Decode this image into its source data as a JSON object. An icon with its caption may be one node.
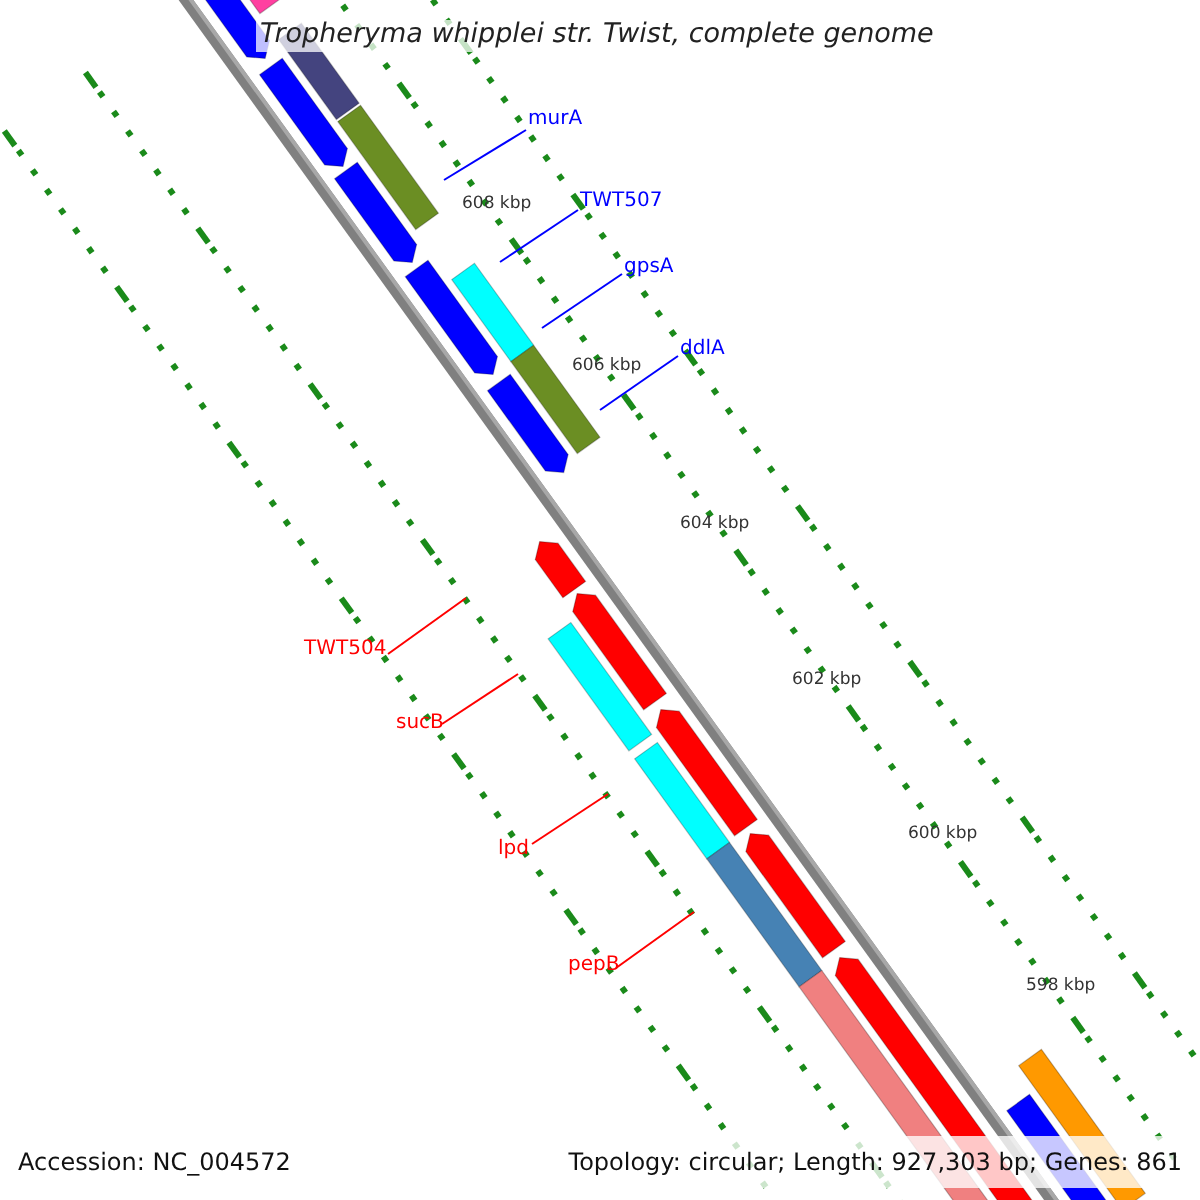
{
  "diagram": {
    "title": "Tropheryma whipplei str. Twist, complete genome",
    "nodes": [
      {
        "text": [
          "murA"
        ]
      },
      {
        "text": [
          "TWT507"
        ]
      },
      {
        "text": [
          "gpsA"
        ]
      },
      {
        "text": [
          "ddlA"
        ]
      },
      {
        "text": [
          "TWT504"
        ]
      },
      {
        "text": [
          "sucB"
        ]
      },
      {
        "text": [
          "lpd"
        ]
      },
      {
        "text": [
          "pepB"
        ]
      }
    ],
    "edges": [
      {
        "from": 0,
        "to": null,
        "arrow": "none"
      },
      {
        "from": 1,
        "to": null,
        "arrow": "none"
      },
      {
        "from": 2,
        "to": null,
        "arrow": "none"
      },
      {
        "from": 3,
        "to": null,
        "arrow": "none"
      },
      {
        "from": 4,
        "to": null,
        "arrow": "none",
        "color": "#ff0000"
      },
      {
        "from": 5,
        "to": null,
        "arrow": "none",
        "color": "#ff0000"
      },
      {
        "from": 6,
        "to": null,
        "arrow": "none",
        "color": "#ff0000"
      },
      {
        "from": 7,
        "to": null,
        "arrow": "none",
        "color": "#ff0000"
      }
    ],
    "labels": [
      "608 kbp",
      "606 kbp",
      "604 kbp",
      "602 kbp",
      "600 kbp",
      "598 kbp",
      "Accession: NC_004572",
      "Topology: circular; Length: 927,303 bp; Genes: 861"
    ]
  }
}
